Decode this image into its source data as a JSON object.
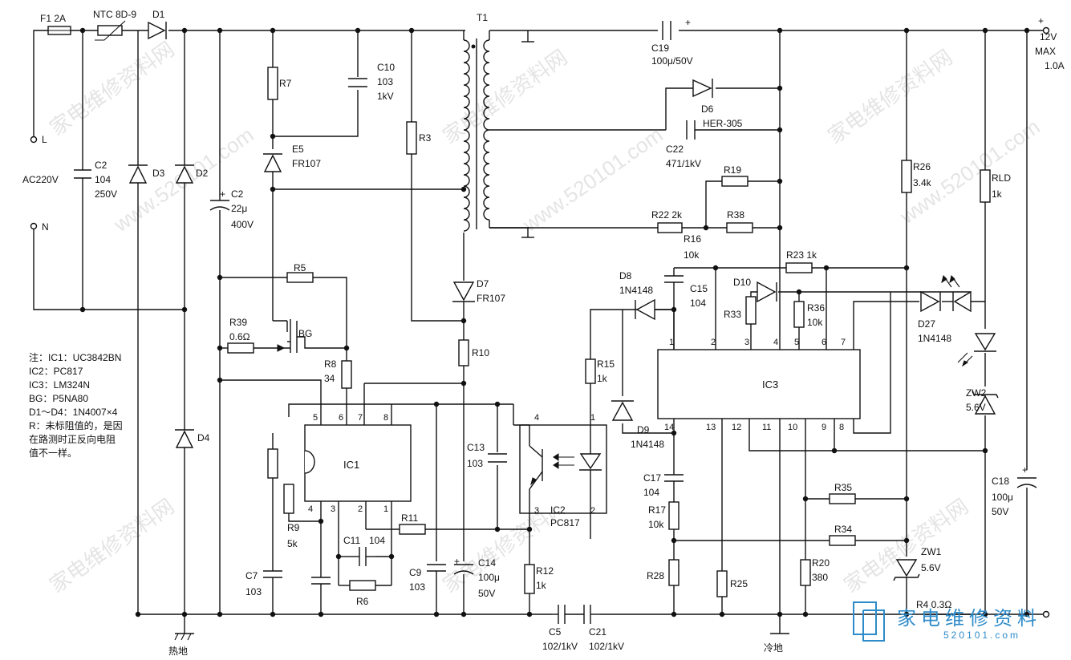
{
  "labels": {
    "f1": "F1 2A",
    "ntc": "NTC 8D-9",
    "d1": "D1",
    "l": "L",
    "n": "N",
    "ac": "AC220V",
    "c2a": "C2",
    "c2a_val": "104",
    "c2a_volt": "250V",
    "d3": "D3",
    "d2": "D2",
    "d4": "D4",
    "c2b": "C2",
    "c2b_val": "22μ",
    "c2b_volt": "400V",
    "r7": "R7",
    "c10": "C10",
    "c10_val": "103",
    "c10_volt": "1kV",
    "e5": "E5",
    "e5_type": "FR107",
    "r3": "R3",
    "t1": "T1",
    "c19": "C19",
    "c19_val": "100μ/50V",
    "d6": "D6",
    "her": "HER-305",
    "c22": "C22",
    "c22_val": "471/1kV",
    "r19": "R19",
    "r22": "R22 2k",
    "r38": "R38",
    "r16": "R16",
    "r16_val": "10k",
    "r23": "R23 1k",
    "r26": "R26",
    "r26_val": "3.4k",
    "rld": "RLD",
    "rld_val": "1k",
    "out_v": "12V",
    "out_max": "MAX",
    "out_a": "1.0A",
    "plus": "+",
    "r5": "R5",
    "d7": "D7",
    "d7_type": "FR107",
    "d8": "D8",
    "d8_type": "1N4148",
    "c15": "C15",
    "c15_val": "104",
    "d10": "D10",
    "r33": "R33",
    "r36": "R36",
    "r36_val": "10k",
    "d27": "D27",
    "d27_type": "1N4148",
    "r39": "R39",
    "r39_val": "0.6Ω",
    "bg": "BG",
    "r8": "R8",
    "r8_val": "34",
    "r10": "R10",
    "r15": "R15",
    "r15_val": "1k",
    "ic3": "IC3",
    "zw2": "ZW2",
    "zw2_val": "5.6V",
    "r4": "R4",
    "ic1": "IC1",
    "c13": "C13",
    "c13_val": "103",
    "ic2": "IC2",
    "ic2_type": "PC817",
    "d9": "D9",
    "d9_type": "1N4148",
    "c17": "C17",
    "c17_val": "104",
    "r17": "R17",
    "r17_val": "10k",
    "r35": "R35",
    "r34": "R34",
    "c18": "C18",
    "c18_val": "100μ",
    "c18_volt": "50V",
    "r9": "R9",
    "r9_val": "5k",
    "c11": "C11",
    "c11_val": "104",
    "r11": "R11",
    "c7": "C7",
    "c7_val": "103",
    "r6": "R6",
    "c9": "C9",
    "c9_val": "103",
    "c14": "C14",
    "c14_val": "100μ",
    "c14_volt": "50V",
    "r12": "R12",
    "r12_val": "1k",
    "r28": "R28",
    "r25": "R25",
    "r20": "R20",
    "r20_val": "380",
    "zw1": "ZW1",
    "zw1_val": "5.6V",
    "r4b": "R4 0.3Ω",
    "c5": "C5",
    "c5_val": "102/1kV",
    "c21": "C21",
    "c21_val": "102/1kV",
    "hot": "热地",
    "cold": "冷地"
  },
  "ic1_pins": [
    "5",
    "6",
    "7",
    "8",
    "4",
    "3",
    "2",
    "1"
  ],
  "ic2_pins": [
    "4",
    "1",
    "3",
    "2"
  ],
  "ic3_pins_top": [
    "1",
    "2",
    "3",
    "4",
    "5",
    "6",
    "7"
  ],
  "ic3_pins_bottom": [
    "14",
    "13",
    "12",
    "11",
    "10",
    "9",
    "8"
  ],
  "notes": [
    "注：IC1：UC3842BN",
    "IC2：PC817",
    "IC3：LM324N",
    "BG：P5NA80",
    "D1～D4：1N4007×4",
    "R：未标阻值的，是因",
    "在路测时正反向电阻",
    "值不一样。"
  ],
  "watermark": {
    "text_cn": "家电维修资料网",
    "text_url": "www.520101.com"
  },
  "logo": {
    "text": "家电维修资料",
    "url": "520101.com"
  }
}
